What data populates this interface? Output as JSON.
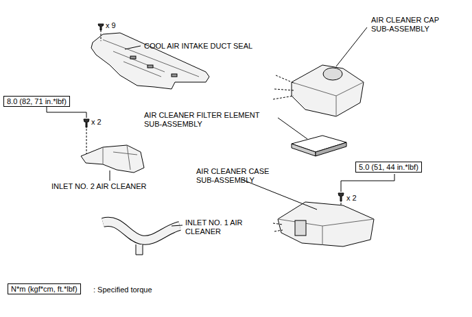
{
  "diagram": {
    "nodes": [
      {
        "text": [
          "8.0 (82, 71 in.*lbf)"
        ]
      },
      {
        "text": [
          "5.0 (51, 44 in.*lbf)"
        ]
      },
      {
        "text": [
          "N*m (kgf*cm, ft.*lbf)"
        ]
      }
    ],
    "labels": [
      "x 9",
      "COOL AIR INTAKE DUCT SEAL",
      "AIR CLEANER CAP SUB-ASSEMBLY",
      "AIR CLEANER FILTER ELEMENT SUB-ASSEMBLY",
      "x 2",
      "AIR CLEANER CASE SUB-ASSEMBLY",
      "INLET NO. 2 AIR CLEANER",
      "x 2",
      "INLET NO. 1 AIR CLEANER",
      ": Specified torque"
    ]
  }
}
